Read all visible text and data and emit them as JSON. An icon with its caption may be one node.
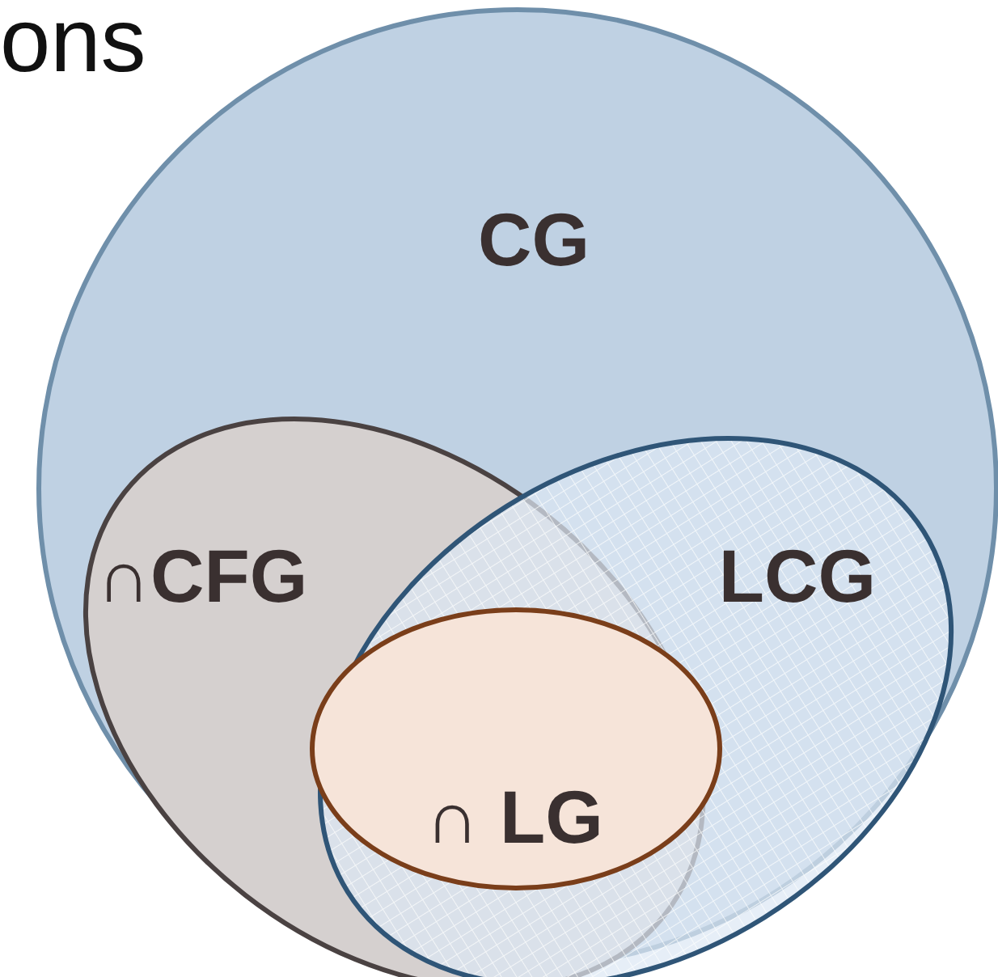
{
  "diagram": {
    "nodes": [
      {
        "text": [
          "CG"
        ]
      },
      {
        "text": [
          "∩CFG"
        ],
        "in": 0
      },
      {
        "text": [
          "LCG"
        ],
        "in": 0
      },
      {
        "text": [
          "∩ LG"
        ]
      }
    ],
    "labels": [
      "ons"
    ]
  }
}
